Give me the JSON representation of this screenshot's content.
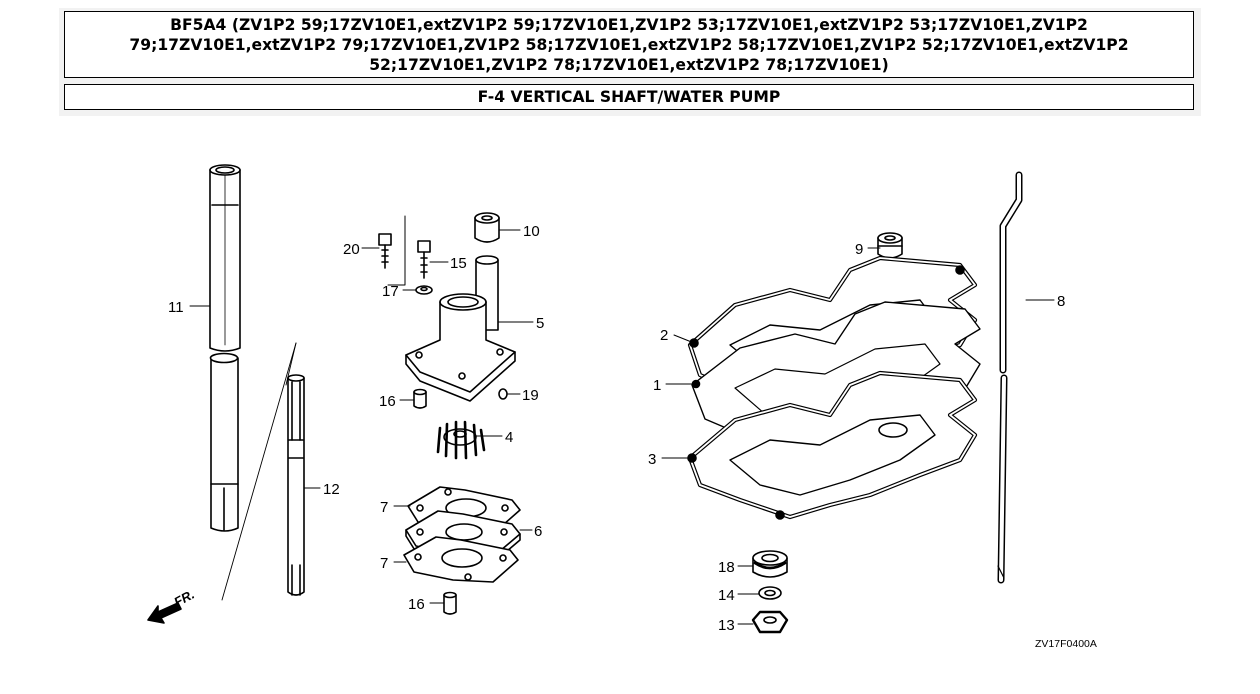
{
  "header": {
    "title": "BF5A4 (ZV1P2 59;17ZV10E1,extZV1P2 59;17ZV10E1,ZV1P2 53;17ZV10E1,extZV1P2 53;17ZV10E1,ZV1P2 79;17ZV10E1,extZV1P2 79;17ZV10E1,ZV1P2 58;17ZV10E1,extZV1P2 58;17ZV10E1,ZV1P2 52;17ZV10E1,extZV1P2 52;17ZV10E1,ZV1P2 78;17ZV10E1,extZV1P2 78;17ZV10E1)",
    "subtitle": "F-4 VERTICAL SHAFT/WATER PUMP"
  },
  "diagram": {
    "callouts": {
      "c1": "1",
      "c2": "2",
      "c3": "3",
      "c4": "4",
      "c5": "5",
      "c6": "6",
      "c7a": "7",
      "c7b": "7",
      "c8": "8",
      "c9": "9",
      "c10": "10",
      "c11": "11",
      "c12": "12",
      "c13": "13",
      "c14": "14",
      "c15": "15",
      "c16a": "16",
      "c16b": "16",
      "c17": "17",
      "c18": "18",
      "c19": "19",
      "c20": "20"
    },
    "front_label": "FR.",
    "drawing_code": "ZV17F0400A"
  }
}
